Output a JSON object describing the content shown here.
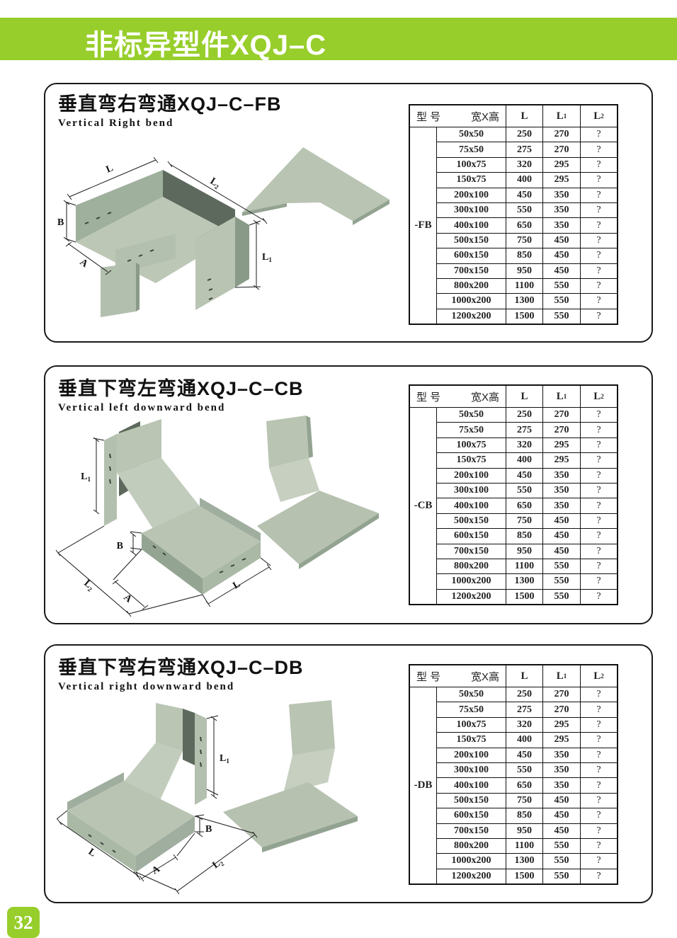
{
  "page": {
    "header_title": "非标异型件XQJ–C",
    "page_number": "32",
    "colors": {
      "accent_green": "#97ce2b",
      "line": "#1a1a1a",
      "tray_light": "#b9c4b3",
      "tray_dark": "#5d695c"
    }
  },
  "dims": {
    "L": "L",
    "L1_base": "L",
    "L1_sub": "1",
    "L2_base": "L",
    "L2_sub": "2",
    "A": "A",
    "B": "B"
  },
  "table": {
    "header": {
      "model": "型  号",
      "size": "宽X高",
      "l": "L",
      "l1_base": "L",
      "l1_sub": "1",
      "l2_base": "L",
      "l2_sub": "2"
    },
    "rows": [
      {
        "size": "50x50",
        "l": "250",
        "l1": "270",
        "l2": "?"
      },
      {
        "size": "75x50",
        "l": "275",
        "l1": "270",
        "l2": "?"
      },
      {
        "size": "100x75",
        "l": "320",
        "l1": "295",
        "l2": "?"
      },
      {
        "size": "150x75",
        "l": "400",
        "l1": "295",
        "l2": "?"
      },
      {
        "size": "200x100",
        "l": "450",
        "l1": "350",
        "l2": "?"
      },
      {
        "size": "300x100",
        "l": "550",
        "l1": "350",
        "l2": "?"
      },
      {
        "size": "400x100",
        "l": "650",
        "l1": "350",
        "l2": "?"
      },
      {
        "size": "500x150",
        "l": "750",
        "l1": "450",
        "l2": "?"
      },
      {
        "size": "600x150",
        "l": "850",
        "l1": "450",
        "l2": "?"
      },
      {
        "size": "700x150",
        "l": "950",
        "l1": "450",
        "l2": "?"
      },
      {
        "size": "800x200",
        "l": "1100",
        "l1": "550",
        "l2": "?"
      },
      {
        "size": "1000x200",
        "l": "1300",
        "l1": "550",
        "l2": "?"
      },
      {
        "size": "1200x200",
        "l": "1500",
        "l1": "550",
        "l2": "?"
      }
    ]
  },
  "sections": [
    {
      "title_cn": "垂直弯右弯通XQJ–C–FB",
      "title_en": "Vertical Right bend",
      "model_label": "-FB"
    },
    {
      "title_cn": "垂直下弯左弯通XQJ–C–CB",
      "title_en": "Vertical left downward bend",
      "model_label": "-CB"
    },
    {
      "title_cn": "垂直下弯右弯通XQJ–C–DB",
      "title_en": "Vertical right downward bend",
      "model_label": "-DB"
    }
  ]
}
